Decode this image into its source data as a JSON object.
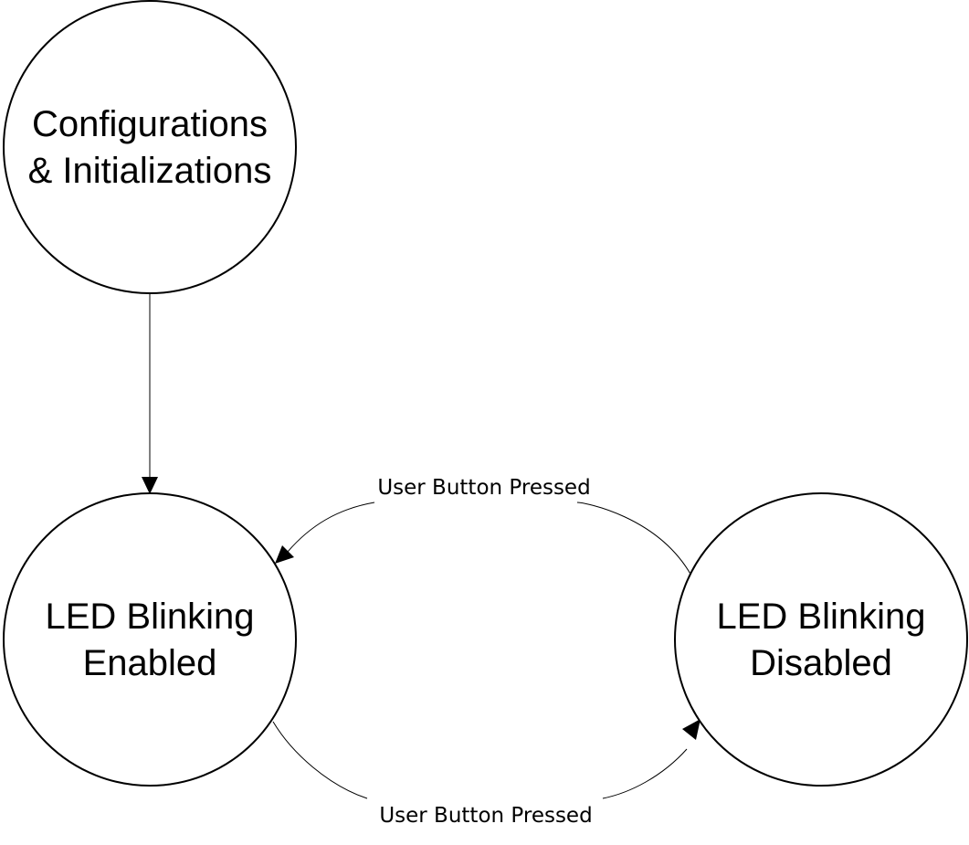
{
  "states": {
    "config": {
      "line1": "Configurations",
      "line2": "& Initializations"
    },
    "enabled": {
      "line1": "LED Blinking",
      "line2": "Enabled"
    },
    "disabled": {
      "line1": "LED Blinking",
      "line2": "Disabled"
    }
  },
  "transitions": {
    "disabled_to_enabled": {
      "label": "User Button Pressed"
    },
    "enabled_to_disabled": {
      "label": "User Button Pressed"
    }
  },
  "colors": {
    "stroke": "#000000",
    "background": "#ffffff"
  }
}
